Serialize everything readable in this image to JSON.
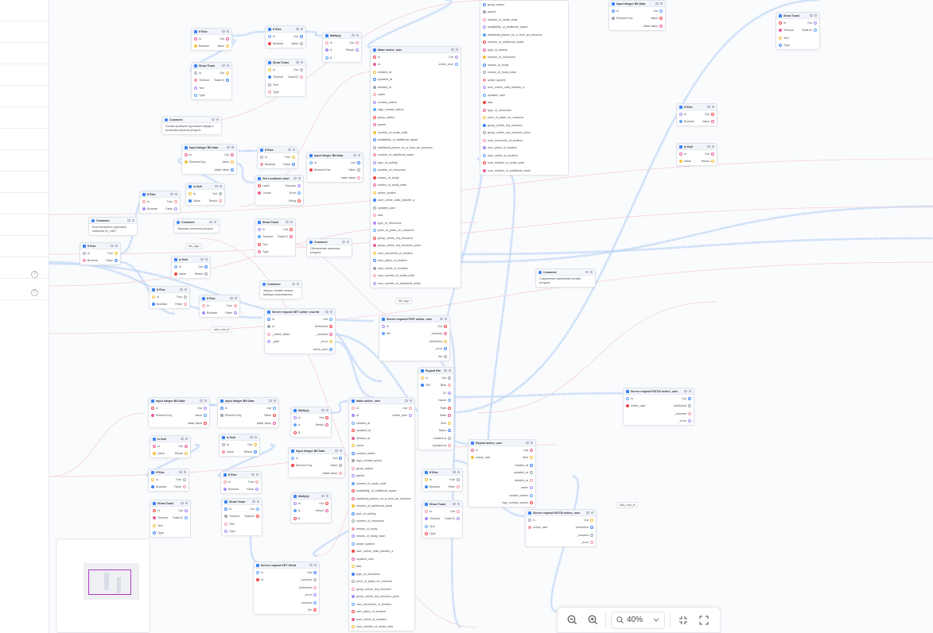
{
  "sidebar": {
    "rows": 14,
    "help_icons": [
      "?",
      "?"
    ]
  },
  "toolbar": {
    "zoom_level": "40%"
  },
  "chips": [
    "file_logo",
    "file_logo",
    "add_cust_id",
    "add_cust_id"
  ],
  "nodes": [
    {
      "title": "If Else",
      "rows": [
        [
          "In",
          "Out"
        ],
        [
          "Boolean",
          "Value"
        ]
      ]
    },
    {
      "title": "Show Toast",
      "rows": [
        [
          "In",
          "Out"
        ],
        [
          "Timeout",
          "Toast ID"
        ],
        [
          "Text",
          ""
        ],
        [
          "Type",
          ""
        ]
      ]
    },
    {
      "title": "If Else",
      "rows": [
        [
          "In",
          "Out"
        ],
        [
          "Boolean",
          "Value"
        ]
      ]
    },
    {
      "title": "Show Toast",
      "rows": [
        [
          "In",
          "Out"
        ],
        [
          "Timeout",
          "Toast ID"
        ],
        [
          "Text",
          ""
        ],
        [
          "Type",
          ""
        ]
      ]
    },
    {
      "title": "Multiply",
      "rows": [
        [
          "In",
          "Out"
        ],
        [
          "A",
          "Result"
        ],
        [
          "B",
          ""
        ]
      ]
    },
    {
      "title": "Make online_user",
      "rows": [
        [
          "In",
          "Out"
        ],
        [
          "id",
          "online_user"
        ],
        [
          "created_at",
          ""
        ],
        [
          "updated_at",
          ""
        ],
        [
          "deleted_at",
          ""
        ],
        [
          "name",
          ""
        ],
        [
          "contact_author",
          ""
        ],
        [
          "logo_contact_author",
          ""
        ],
        [
          "group_author",
          ""
        ],
        [
          "parent",
          ""
        ],
        [
          "number_of_seats_units",
          ""
        ],
        [
          "availability_of_additional_space",
          ""
        ],
        [
          "additional_places_on_a_from_an_resource",
          ""
        ],
        [
          "number_of_additional_seats",
          ""
        ],
        [
          "type_of_activity",
          ""
        ],
        [
          "number_of_resources",
          ""
        ],
        [
          "means_of_study",
          ""
        ],
        [
          "means_of_study_base",
          ""
        ],
        [
          "active_system",
          ""
        ],
        [
          "user_online_units_transfer_a",
          ""
        ],
        [
          "updated_user",
          ""
        ],
        [
          "lass",
          ""
        ],
        [
          "type_of_resources",
          ""
        ],
        [
          "price_of_place_on_resource",
          ""
        ],
        [
          "group_online_req_resource",
          ""
        ],
        [
          "group_online_req_resource_price",
          ""
        ],
        [
          "user_resources_of_location",
          ""
        ],
        [
          "user_place_of_location",
          ""
        ],
        [
          "user_online_in_location",
          ""
        ],
        [
          "sum_number_of_seats_units",
          ""
        ],
        [
          "sum_number_of_additional_seats",
          ""
        ]
      ]
    },
    {
      "title": "",
      "rows": [
        [
          "group_author",
          ""
        ],
        [
          "parent",
          ""
        ],
        [
          "number_of_seats_units",
          ""
        ],
        [
          "availability_of_additional_space",
          ""
        ],
        [
          "additional_places_on_a_from_an_resource",
          ""
        ],
        [
          "number_of_additional_seats",
          ""
        ],
        [
          "type_of_activity",
          ""
        ],
        [
          "number_of_resources",
          ""
        ],
        [
          "means_of_study",
          ""
        ],
        [
          "means_of_study_base",
          ""
        ],
        [
          "active_system",
          ""
        ],
        [
          "user_online_units_transfer_a",
          ""
        ],
        [
          "updated_user",
          ""
        ],
        [
          "lass",
          ""
        ],
        [
          "type_of_resources",
          ""
        ],
        [
          "price_of_place_on_resource",
          ""
        ],
        [
          "group_online_req_resource",
          ""
        ],
        [
          "group_online_req_resource_price",
          ""
        ],
        [
          "user_resources_of_location",
          ""
        ],
        [
          "user_place_of_location",
          ""
        ],
        [
          "user_online_in_location",
          ""
        ],
        [
          "sum_number_of_seats_units",
          ""
        ],
        [
          "sum_number_of_additional_seats",
          ""
        ]
      ]
    },
    {
      "title": "Comment",
      "comment": "Логика проверки группового ввода и установки флагов ресурса"
    },
    {
      "title": "Input Integer Bit Data",
      "rows": [
        [
          "In",
          "Out"
        ],
        [
          "Element Key",
          "Value"
        ],
        [
          "",
          "Initial Value"
        ]
      ]
    },
    {
      "title": "If Else",
      "rows": [
        [
          "In",
          "True"
        ],
        [
          "Boolean",
          "False"
        ]
      ]
    },
    {
      "title": "Input Integer Bit Data",
      "rows": [
        [
          "In",
          "Out"
        ],
        [
          "Element Key",
          "Value"
        ],
        [
          "",
          "Initial Value"
        ]
      ]
    },
    {
      "title": "Is Null",
      "rows": [
        [
          "In",
          "Out"
        ],
        [
          "Value",
          "Result"
        ]
      ]
    },
    {
      "title": "If Else",
      "rows": [
        [
          "In",
          "True"
        ],
        [
          "Boolean",
          "False"
        ]
      ]
    },
    {
      "title": "Get Localized Label",
      "rows": [
        [
          "Label",
          "Success"
        ],
        [
          "Locale",
          "Error"
        ],
        [
          "",
          "String"
        ]
      ]
    },
    {
      "title": "Comment",
      "comment": "Загрузка логотипа ресурса"
    },
    {
      "title": "Show Toast",
      "rows": [
        [
          "In",
          "Out"
        ],
        [
          "Timeout",
          "Toast ID"
        ],
        [
          "Text",
          ""
        ],
        [
          "Type",
          ""
        ]
      ]
    },
    {
      "title": "Comment",
      "comment": "Если включено групповое значение ID_UNIT"
    },
    {
      "title": "If Else",
      "rows": [
        [
          "In",
          "True"
        ],
        [
          "Boolean",
          "False"
        ]
      ]
    },
    {
      "title": "Is Null",
      "rows": [
        [
          "In",
          "Out"
        ],
        [
          "Value",
          "Result"
        ]
      ]
    },
    {
      "title": "If Else",
      "rows": [
        [
          "In",
          "True"
        ],
        [
          "Boolean",
          "False"
        ]
      ]
    },
    {
      "title": "If Else",
      "rows": [
        [
          "In",
          "True"
        ],
        [
          "Boolean",
          "False"
        ]
      ]
    },
    {
      "title": "Comment",
      "comment": "Запрос онлайн записи выбора пользователя"
    },
    {
      "title": "Server request GET online_user/id",
      "rows": [
        [
          "In",
          "Out"
        ],
        [
          "id",
          "Unfetched"
        ],
        [
          "_online_fields",
          "_success"
        ],
        [
          "_path",
          "_error"
        ],
        [
          "",
          "online_user"
        ]
      ]
    },
    {
      "title": "Server request POST online_user",
      "rows": [
        [
          "In",
          "Out"
        ],
        [
          "file",
          "_success"
        ],
        [
          "",
          "Unfetched"
        ],
        [
          "",
          "_error"
        ],
        [
          "",
          "file"
        ]
      ]
    },
    {
      "title": "Comment",
      "comment": "Обновление значения ресурса"
    },
    {
      "title": "Comment",
      "comment": "Сохранение изменений онлайн ресурса"
    },
    {
      "title": "Server request PATCH online_user",
      "rows": [
        [
          "In",
          "Out"
        ],
        [
          "online_user",
          "Unfetched"
        ],
        [
          "",
          "_success"
        ],
        [
          "",
          "_error"
        ]
      ]
    },
    {
      "title": "Repeat File",
      "rows": [
        [
          "In",
          "Out"
        ],
        [
          "File",
          "Blob"
        ],
        [
          "",
          "ID"
        ],
        [
          "",
          "Name"
        ],
        [
          "",
          "Path"
        ],
        [
          "",
          "Mark"
        ],
        [
          "",
          "Size"
        ],
        [
          "",
          "Bytes"
        ],
        [
          "",
          "Created at"
        ],
        [
          "",
          "Updated at"
        ]
      ]
    },
    {
      "title": "Make online_user",
      "rows": [
        [
          "In",
          "Out"
        ],
        [
          "id",
          "online_user"
        ],
        [
          "created_at",
          ""
        ],
        [
          "updated_at",
          ""
        ],
        [
          "deleted_at",
          ""
        ],
        [
          "name",
          ""
        ],
        [
          "contact_author",
          ""
        ],
        [
          "logo_contact_author",
          ""
        ],
        [
          "group_author",
          ""
        ],
        [
          "parent",
          ""
        ],
        [
          "number_of_seats_units",
          ""
        ],
        [
          "availability_of_additional_space",
          ""
        ],
        [
          "additional_places_on_a_from_an_resource",
          ""
        ],
        [
          "number_of_additional_seats",
          ""
        ],
        [
          "type_of_activity",
          ""
        ],
        [
          "number_of_resources",
          ""
        ],
        [
          "means_of_study",
          ""
        ],
        [
          "means_of_study_base",
          ""
        ],
        [
          "active_system",
          ""
        ],
        [
          "user_online_units_transfer_a",
          ""
        ],
        [
          "updated_user",
          ""
        ],
        [
          "lass",
          ""
        ],
        [
          "type_of_resources",
          ""
        ],
        [
          "price_of_place_on_resource",
          ""
        ],
        [
          "group_online_req_resource",
          ""
        ],
        [
          "group_online_req_resource_price",
          ""
        ],
        [
          "user_resources_of_location",
          ""
        ],
        [
          "user_place_of_location",
          ""
        ],
        [
          "user_online_in_location",
          ""
        ],
        [
          "sum_number_of_seats_units",
          ""
        ]
      ]
    },
    {
      "title": "Input Integer Bit Data",
      "rows": [
        [
          "In",
          "Out"
        ],
        [
          "Element Key",
          "Value"
        ],
        [
          "",
          "Initial Value"
        ]
      ]
    },
    {
      "title": "Input Integer Bit Data",
      "rows": [
        [
          "In",
          "Out"
        ],
        [
          "Element Key",
          "Value"
        ],
        [
          "",
          "Initial Value"
        ]
      ]
    },
    {
      "title": "Multiply",
      "rows": [
        [
          "In",
          "Out"
        ],
        [
          "A",
          "Result"
        ],
        [
          "B",
          ""
        ]
      ]
    },
    {
      "title": "Is Null",
      "rows": [
        [
          "In",
          "Out"
        ],
        [
          "Value",
          "Result"
        ]
      ]
    },
    {
      "title": "Is Null",
      "rows": [
        [
          "In",
          "Out"
        ],
        [
          "Value",
          "Result"
        ]
      ]
    },
    {
      "title": "Input Integer Bit Data",
      "rows": [
        [
          "In",
          "Out"
        ],
        [
          "Element Key",
          "Value"
        ],
        [
          "",
          "Initial Value"
        ]
      ]
    },
    {
      "title": "If Else",
      "rows": [
        [
          "In",
          "True"
        ],
        [
          "Boolean",
          "False"
        ]
      ]
    },
    {
      "title": "If Else",
      "rows": [
        [
          "In",
          "True"
        ],
        [
          "Boolean",
          "False"
        ]
      ]
    },
    {
      "title": "Show Toast",
      "rows": [
        [
          "In",
          "Out"
        ],
        [
          "Timeout",
          "Toast ID"
        ],
        [
          "Text",
          ""
        ],
        [
          "Type",
          ""
        ]
      ]
    },
    {
      "title": "Show Toast",
      "rows": [
        [
          "In",
          "Out"
        ],
        [
          "Timeout",
          "Toast ID"
        ],
        [
          "Text",
          ""
        ],
        [
          "Type",
          ""
        ]
      ]
    },
    {
      "title": "Multiply",
      "rows": [
        [
          "In",
          "Out"
        ],
        [
          "A",
          "Result"
        ],
        [
          "B",
          ""
        ]
      ]
    },
    {
      "title": "Repeat online_user",
      "rows": [
        [
          "In",
          "Out"
        ],
        [
          "online_user",
          "Item"
        ],
        [
          "",
          "created_at"
        ],
        [
          "",
          "updated_at"
        ],
        [
          "",
          "deleted_at"
        ],
        [
          "",
          "name"
        ],
        [
          "",
          "contact_author"
        ],
        [
          "",
          "logo_contact_author"
        ]
      ]
    },
    {
      "title": "Server request PATCH online_user",
      "rows": [
        [
          "In",
          "Out"
        ],
        [
          "online_user",
          "Unfetched"
        ],
        [
          "",
          "_success"
        ],
        [
          "",
          "_error"
        ]
      ]
    },
    {
      "title": "Server request GET file/id",
      "rows": [
        [
          "In",
          "Out"
        ],
        [
          "id",
          "_success"
        ],
        [
          "",
          "Unfetched"
        ],
        [
          "",
          "_error"
        ],
        [
          "",
          "success"
        ],
        [
          "",
          "file"
        ]
      ]
    },
    {
      "title": "If Else",
      "rows": [
        [
          "In",
          "True"
        ],
        [
          "Boolean",
          "False"
        ]
      ]
    },
    {
      "title": "Show Toast",
      "rows": [
        [
          "In",
          "Out"
        ],
        [
          "Timeout",
          "Toast ID"
        ],
        [
          "Text",
          ""
        ],
        [
          "Type",
          ""
        ]
      ]
    },
    {
      "title": "Show Toast",
      "rows": [
        [
          "In",
          "Out"
        ],
        [
          "Timeout",
          "Toast ID"
        ],
        [
          "Text",
          ""
        ],
        [
          "Type",
          ""
        ]
      ]
    },
    {
      "title": "Input Integer Bit Data",
      "rows": [
        [
          "In",
          "Out"
        ],
        [
          "Element Key",
          "Value"
        ],
        [
          "",
          "Initial Value"
        ]
      ]
    },
    {
      "title": "If Else",
      "rows": [
        [
          "In",
          "Out"
        ],
        [
          "Boolean",
          "Value"
        ]
      ]
    },
    {
      "title": "Is Null",
      "rows": [
        [
          "In",
          "Out"
        ],
        [
          "Value",
          "Result"
        ]
      ]
    }
  ]
}
